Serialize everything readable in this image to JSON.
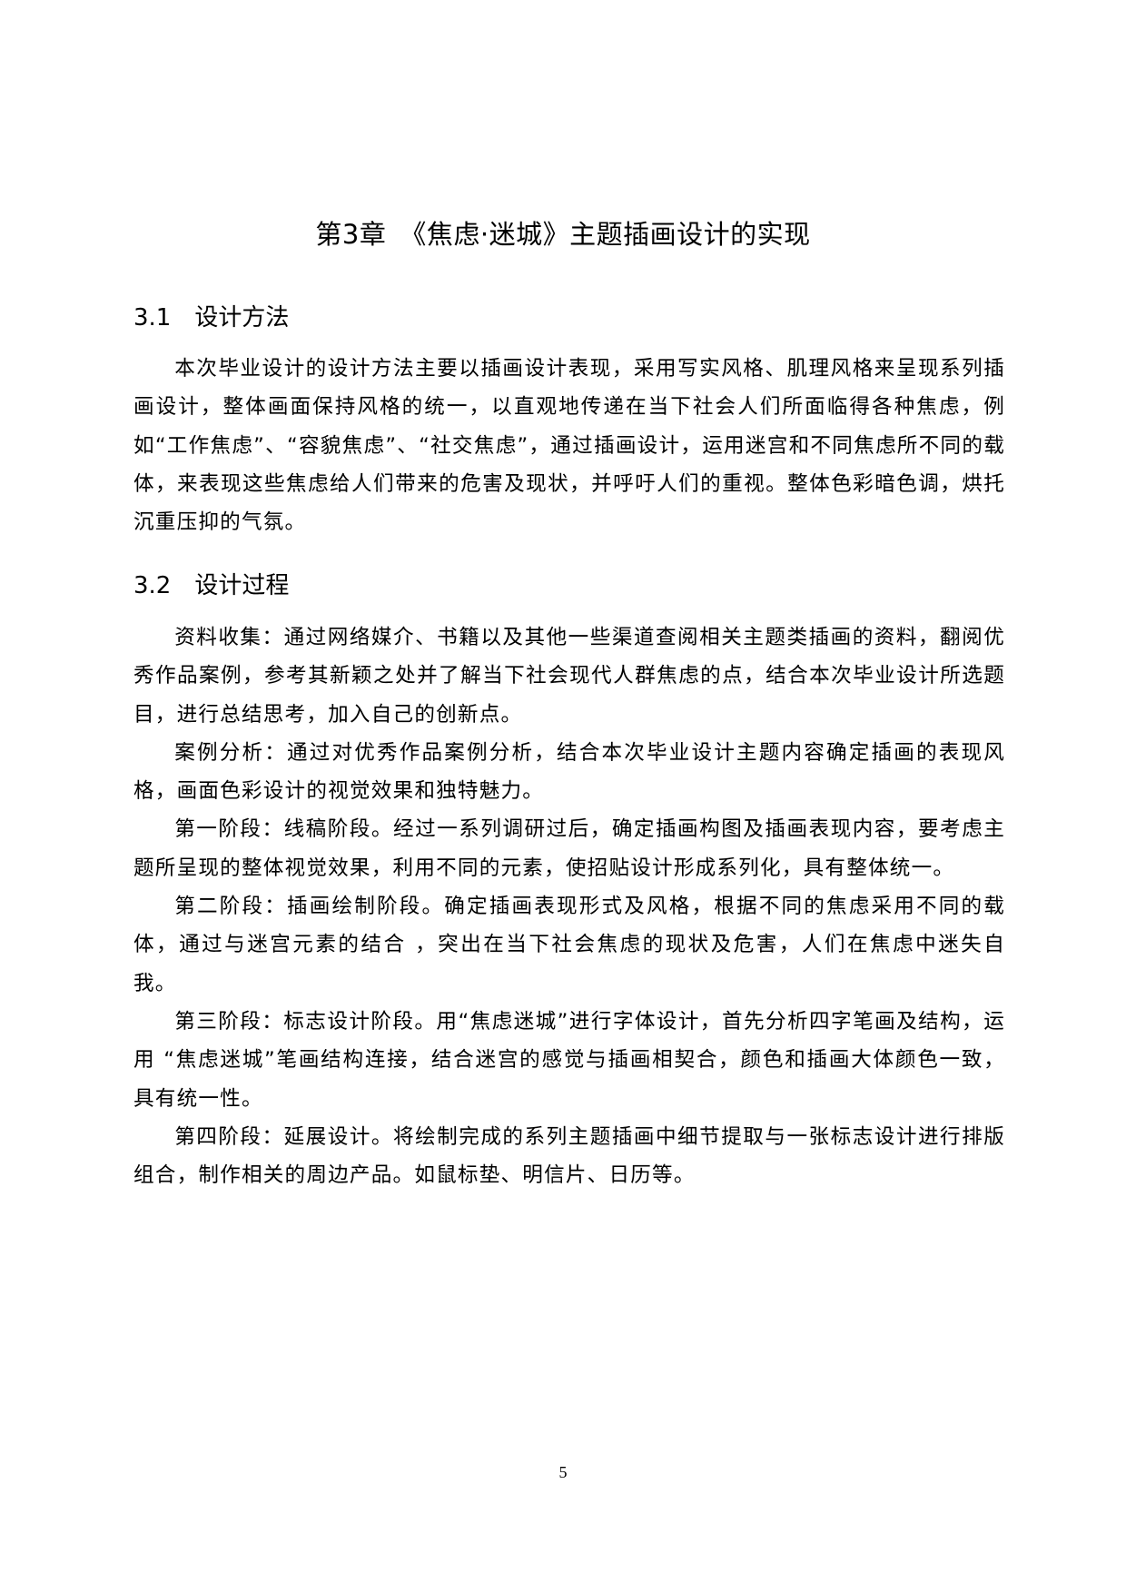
{
  "chapter": {
    "title": "第3章　《焦虑·迷城》主题插画设计的实现"
  },
  "sections": [
    {
      "heading": "3.1　设计方法",
      "paragraphs": [
        "本次毕业设计的设计方法主要以插画设计表现，采用写实风格、肌理风格来呈现系列插画设计，整体画面保持风格的统一，以直观地传递在当下社会人们所面临得各种焦虑，例如“工作焦虑”、“容貌焦虑”、“社交焦虑”，通过插画设计，运用迷宫和不同焦虑所不同的载体，来表现这些焦虑给人们带来的危害及现状，并呼吁人们的重视。整体色彩暗色调，烘托沉重压抑的气氛。"
      ]
    },
    {
      "heading": "3.2　设计过程",
      "paragraphs": [
        "资料收集：通过网络媒介、书籍以及其他一些渠道查阅相关主题类插画的资料，翻阅优秀作品案例，参考其新颖之处并了解当下社会现代人群焦虑的点，结合本次毕业设计所选题目，进行总结思考，加入自己的创新点。",
        "案例分析：通过对优秀作品案例分析，结合本次毕业设计主题内容确定插画的表现风格，画面色彩设计的视觉效果和独特魅力。",
        "第一阶段：线稿阶段。经过一系列调研过后，确定插画构图及插画表现内容，要考虑主题所呈现的整体视觉效果，利用不同的元素，使招贴设计形成系列化，具有整体统一。",
        "第二阶段：插画绘制阶段。确定插画表现形式及风格，根据不同的焦虑采用不同的载体，通过与迷宫元素的结合 ，突出在当下社会焦虑的现状及危害，人们在焦虑中迷失自我。",
        "第三阶段：标志设计阶段。用“焦虑迷城”进行字体设计，首先分析四字笔画及结构，运用 “焦虑迷城”笔画结构连接，结合迷宫的感觉与插画相契合，颜色和插画大体颜色一致，具有统一性。",
        "第四阶段：延展设计。将绘制完成的系列主题插画中细节提取与一张标志设计进行排版组合，制作相关的周边产品。如鼠标垫、明信片、日历等。"
      ]
    }
  ],
  "footer": {
    "page_number": "5"
  }
}
